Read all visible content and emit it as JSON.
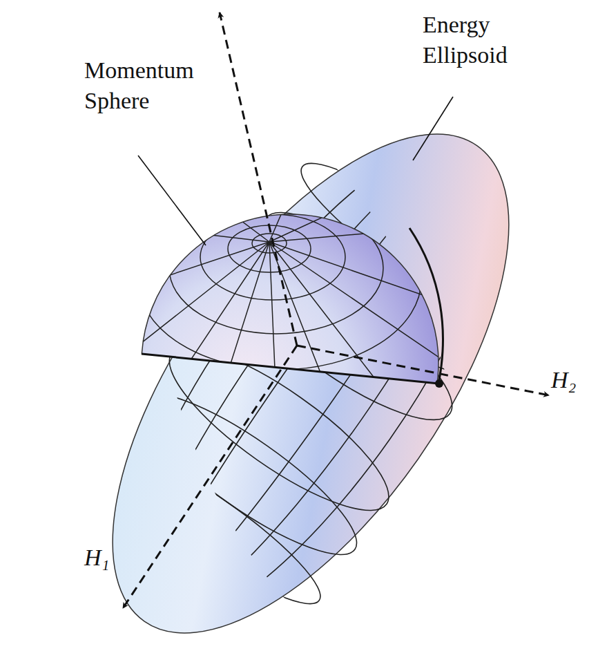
{
  "diagram": {
    "labels": [
      "Momentum Sphere",
      "Energy Ellipsoid",
      "H₂",
      "H₁"
    ]
  }
}
